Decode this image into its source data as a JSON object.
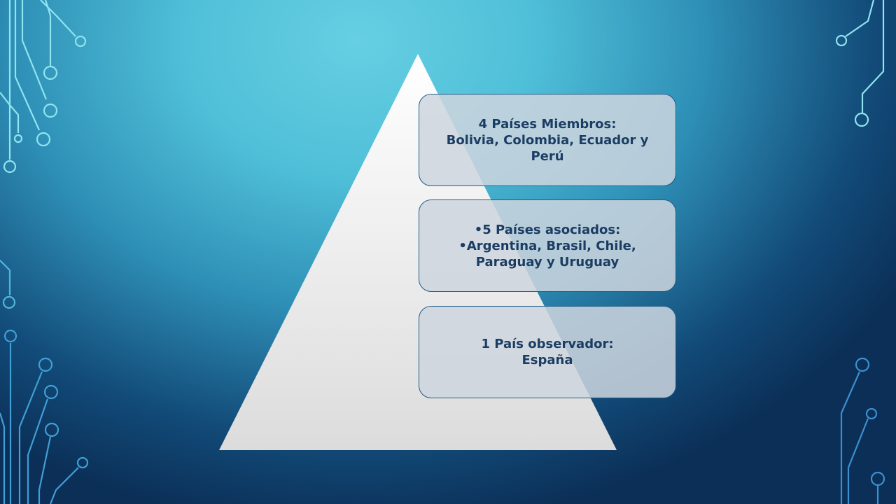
{
  "diagram": {
    "type": "pyramid",
    "levels": [
      {
        "title": "4 Países Miembros:",
        "detail": "Bolivia, Colombia, Ecuador y Perú"
      },
      {
        "title": "•5 Países asociados:",
        "detail": "•Argentina, Brasil, Chile, Paraguay y Uruguay"
      },
      {
        "title": "1 País observador:",
        "detail": "España"
      }
    ]
  },
  "colors": {
    "box_border": "#1f5c86",
    "text": "#1b3d63",
    "pyramid_top": "#ffffff",
    "pyramid_bottom": "#dcdcdc"
  }
}
